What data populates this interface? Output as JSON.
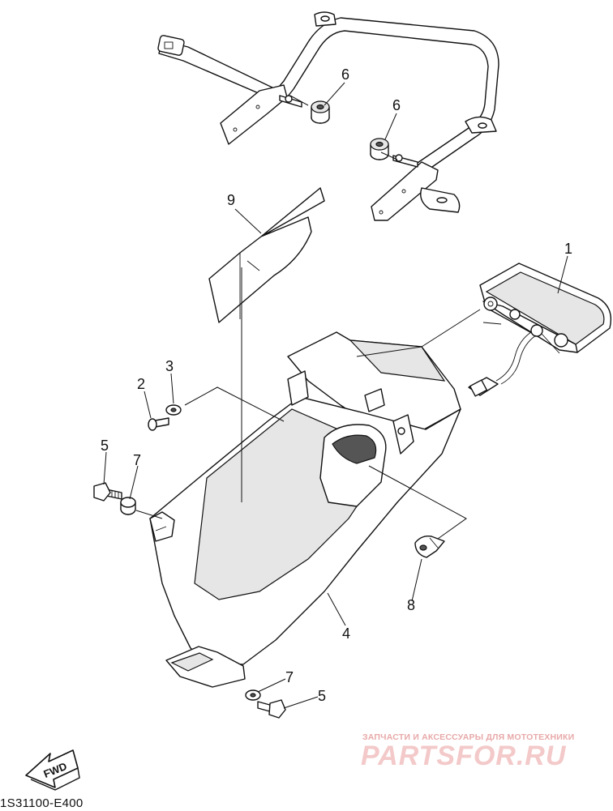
{
  "callouts": {
    "c1": "1",
    "c2": "2",
    "c3": "3",
    "c4": "4",
    "c5a": "5",
    "c5b": "5",
    "c6a": "6",
    "c6b": "6",
    "c7a": "7",
    "c7b": "7",
    "c8": "8",
    "c9": "9"
  },
  "fwd_label": "FWD",
  "diagram_code": "1S31100-E400",
  "watermark": {
    "tagline": "ЗАПЧАСТИ И АКСЕССУАРЫ ДЛЯ МОТОТЕХНИКИ",
    "logo": "PARTSFOR.RU"
  }
}
